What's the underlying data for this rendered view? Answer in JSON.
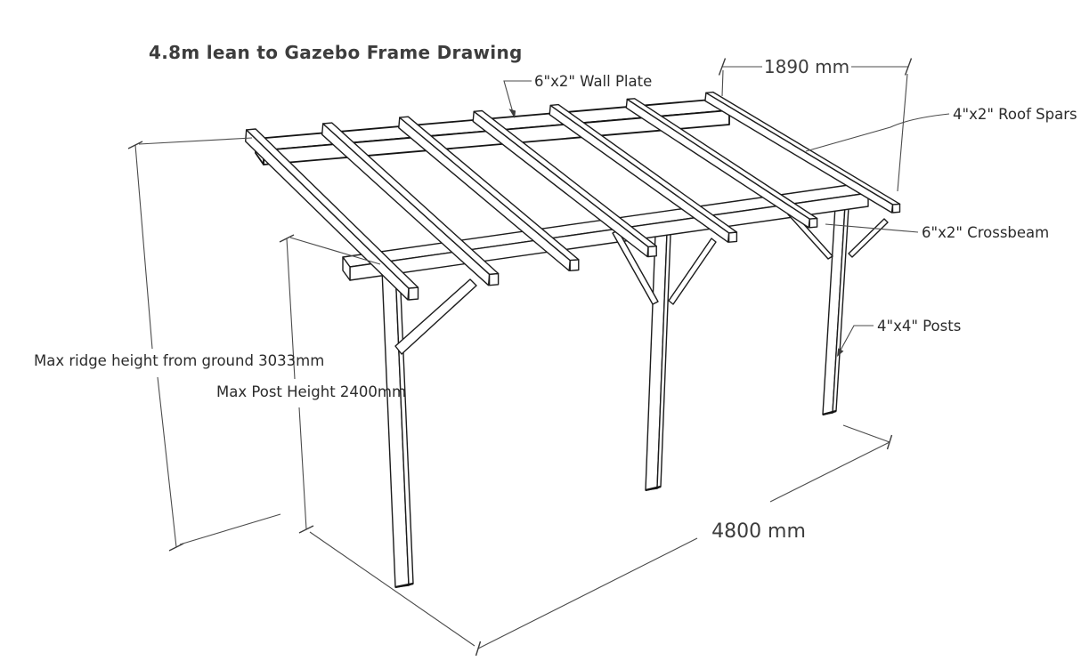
{
  "title": "4.8m lean to Gazebo Frame Drawing",
  "part_labels": {
    "wall_plate": "6\"x2\" Wall Plate",
    "roof_spars": "4\"x2\" Roof Spars",
    "crossbeam": "6\"x2\" Crossbeam",
    "posts": "4\"x4\" Posts"
  },
  "dimensions": {
    "roof_depth": "1890 mm",
    "frame_width": "4800 mm",
    "ridge_height": "Max ridge height from ground 3033mm",
    "post_height": "Max Post Height 2400mm"
  },
  "structure": {
    "spar_count": 7,
    "post_count": 3
  },
  "colors": {
    "background": "#ffffff",
    "structure_line": "#1c1c1c",
    "dimension_line": "#4b4b4b",
    "label_text": "#2b2b2b",
    "title_text": "#3d3d3d"
  }
}
